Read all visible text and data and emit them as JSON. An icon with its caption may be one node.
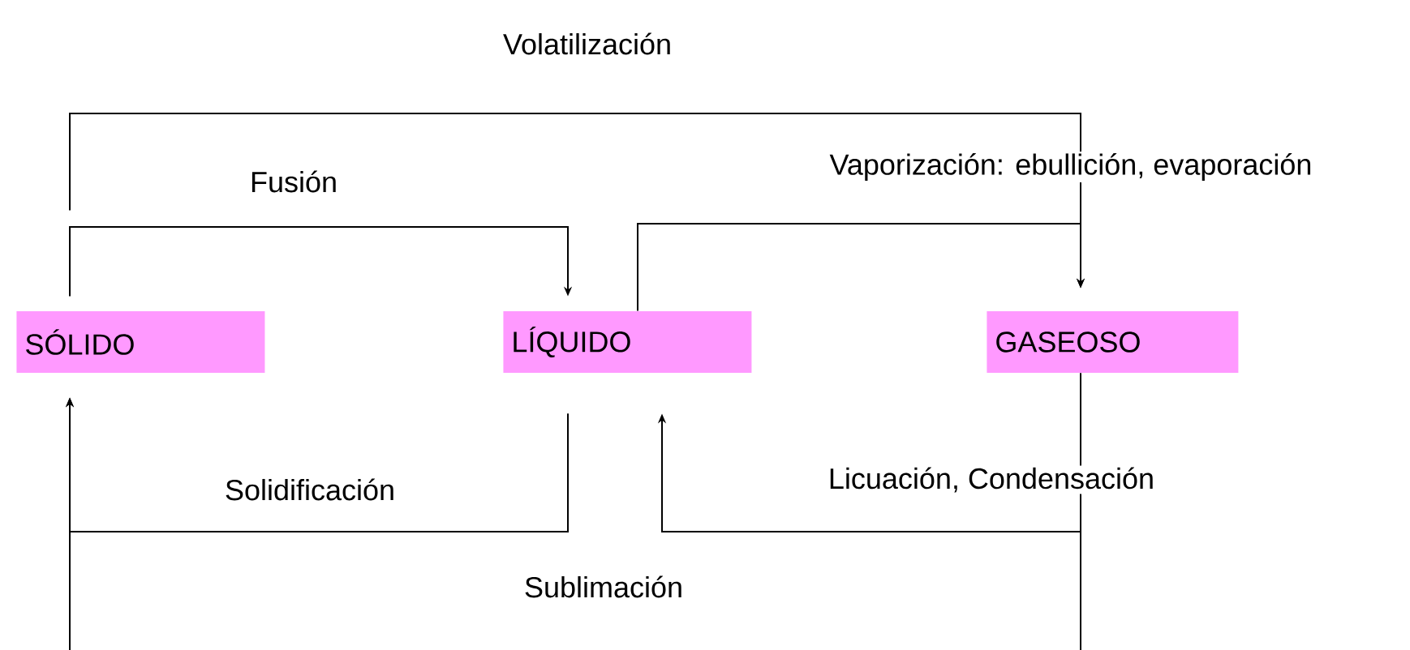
{
  "diagram": {
    "nodes": [
      {
        "text": [
          "SÓLIDO"
        ]
      },
      {
        "text": [
          "LÍQUIDO"
        ]
      },
      {
        "text": [
          "GASEOSO"
        ]
      }
    ],
    "edges": [
      {
        "from": 0,
        "to": 2,
        "arrow": "to",
        "label": "Volatilización"
      },
      {
        "from": 0,
        "to": 1,
        "arrow": "to",
        "label": "Fusión"
      },
      {
        "from": 1,
        "to": 2,
        "arrow": "to",
        "label": "Vaporización: ebullición, evaporación"
      },
      {
        "from": 1,
        "to": 0,
        "arrow": "to",
        "label": "Solidificación"
      },
      {
        "from": 2,
        "to": 1,
        "arrow": "to",
        "label": "Licuación,  Condensación"
      },
      {
        "from": 2,
        "to": 0,
        "arrow": "to",
        "label": "Sublimación"
      }
    ]
  }
}
